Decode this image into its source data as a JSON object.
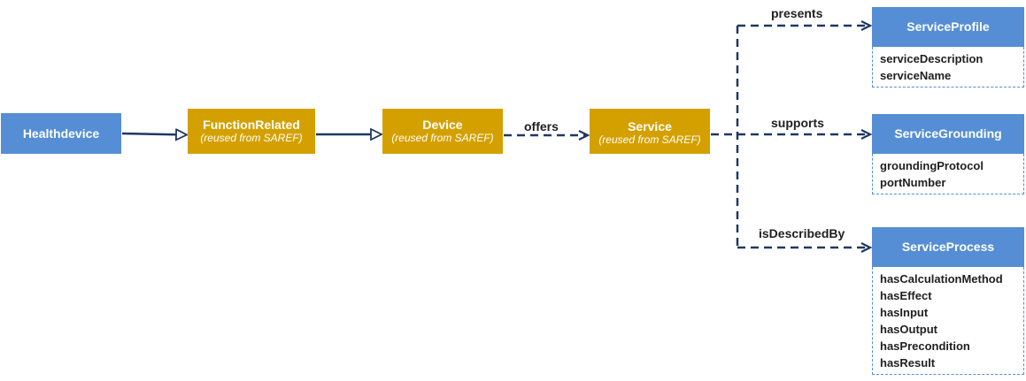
{
  "colors": {
    "class_blue": "#558ed5",
    "reused_gold": "#d4a000",
    "arrow_navy": "#1f3864"
  },
  "nodes": {
    "healthdevice": {
      "title": "Healthdevice"
    },
    "function_related": {
      "title": "FunctionRelated",
      "note": "(reused from SAREF)"
    },
    "device": {
      "title": "Device",
      "note": "(reused from SAREF)"
    },
    "service": {
      "title": "Service",
      "note": "(reused from SAREF)"
    }
  },
  "classes": {
    "service_profile": {
      "title": "ServiceProfile",
      "attributes": [
        "serviceDescription",
        "serviceName"
      ]
    },
    "service_grounding": {
      "title": "ServiceGrounding",
      "attributes": [
        "groundingProtocol",
        "portNumber"
      ]
    },
    "service_process": {
      "title": "ServiceProcess",
      "attributes": [
        "hasCalculationMethod",
        "hasEffect",
        "hasInput",
        "hasOutput",
        "hasPrecondition",
        "hasResult"
      ]
    }
  },
  "relations": {
    "offers": "offers",
    "presents": "presents",
    "supports": "supports",
    "is_described_by": "isDescribedBy"
  }
}
